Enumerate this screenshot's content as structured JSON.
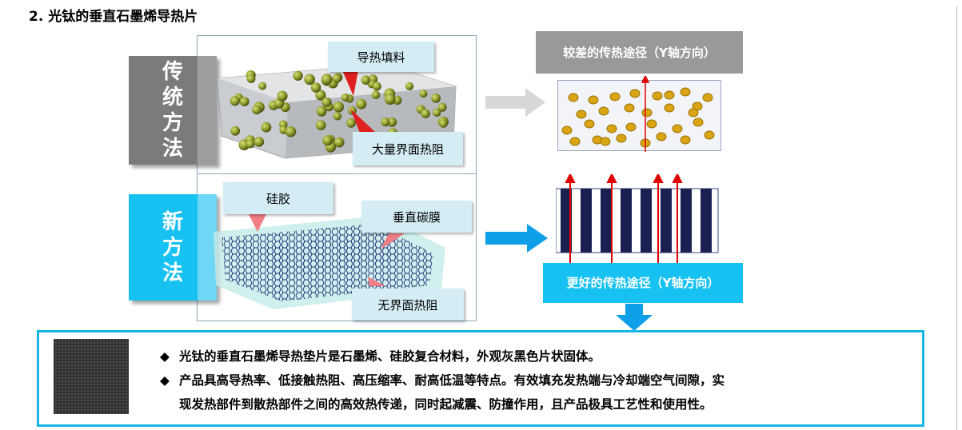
{
  "title": "2.  光钛的垂直石墨烯导热片",
  "traditional": {
    "side_label": [
      "传",
      "统",
      "方",
      "法"
    ],
    "callout_filler": "导热填料",
    "callout_resistance": "大量界面热阻"
  },
  "new_method": {
    "side_label": [
      "新",
      "方",
      "法"
    ],
    "callout_silica": "硅胶",
    "callout_film": "垂直碳膜",
    "callout_no_interface": "无界面热阻"
  },
  "poor_path_label": "较差的传热途径（Y轴方向）",
  "better_path_label": "更好的传热途径（Y轴方向）",
  "description": {
    "bullet_1": "光钛的垂直石墨烯导热垫片是石墨烯、硅胶复合材料，外观灰黑色片状固体。",
    "bullet_2_line1": "产品具高导热率、低接触热阻、高压缩率、耐高低温等特点。有效填充发热端与冷却端空气间隙，实",
    "bullet_2_line2": "现发热部件到散热部件之间的高效热传递，同时起减震、防撞作用，且产品极具工艺性和使用性。",
    "bullet_glyph": "◆"
  },
  "colors": {
    "accent_blue": "#17c1f2",
    "gray_label": "#999999",
    "callout_bg": "#d4ecf3",
    "red_arrow": "#e00000",
    "particle": "#d9a515"
  }
}
